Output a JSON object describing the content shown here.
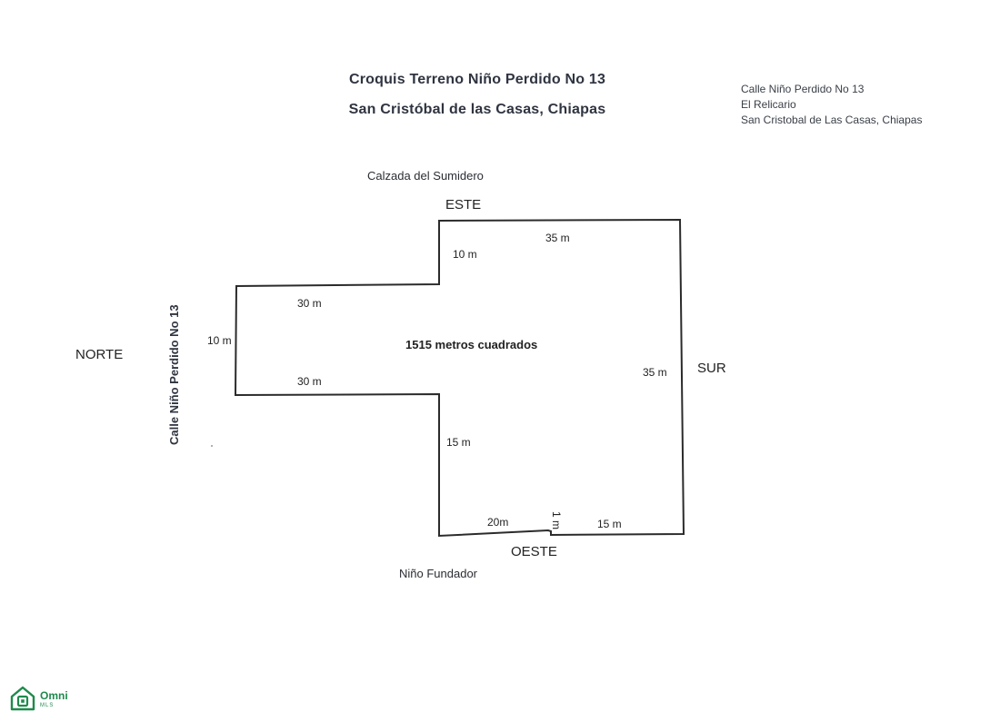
{
  "header": {
    "title_line1": "Croquis Terreno Niño Perdido No 13",
    "title_line2": "San Cristóbal de las Casas, Chiapas"
  },
  "address": {
    "line1": "Calle Niño Perdido No 13",
    "line2": "El Relicario",
    "line3": "San Cristobal de Las Casas, Chiapas"
  },
  "plan": {
    "area_label": "1515 metros cuadrados",
    "directions": {
      "north": "NORTE",
      "east": "ESTE",
      "south": "SUR",
      "west": "OESTE"
    },
    "streets": {
      "top": "Calzada del Sumidero",
      "left": "Calle Niño Perdido No 13",
      "bottom": "Niño Fundador"
    },
    "dimensions": {
      "top_right": "35 m",
      "top_step": "10 m",
      "upper_left": "30 m",
      "left": "10 m",
      "lower_left": "30 m",
      "right": "35 m",
      "lower_step": "15 m",
      "bottom_left": "20m",
      "bottom_jog": "1 m",
      "bottom_right": "15 m"
    },
    "line_color": "#2b2b2b"
  },
  "branding": {
    "logo_icon": "house-icon",
    "logo_name": "Omni",
    "logo_sub": "MLS",
    "color": "#1f8a4c"
  }
}
